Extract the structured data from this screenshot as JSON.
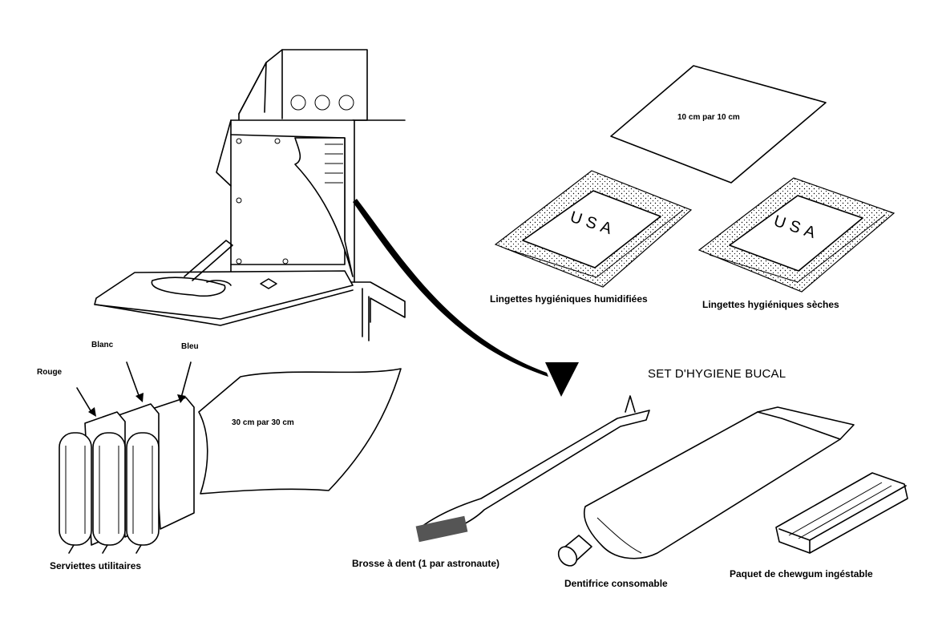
{
  "labels": {
    "wipe_size": "10 cm par 10 cm",
    "wet_wipes": "Lingettes hygiéniques humidifiées",
    "dry_wipes": "Lingettes hygiéniques sèches",
    "oral_kit_title": "SET D'HYGIENE BUCAL",
    "towel_size": "30 cm par 30 cm",
    "red": "Rouge",
    "white": "Blanc",
    "blue": "Bleu",
    "utility_towels": "Serviettes utilitaires",
    "toothbrush": "Brosse à dent (1 par astronaute)",
    "toothpaste": "Dentifrice consomable",
    "chewing_gum": "Paquet de chewgum ingéstable"
  },
  "packet_marking": "USA"
}
